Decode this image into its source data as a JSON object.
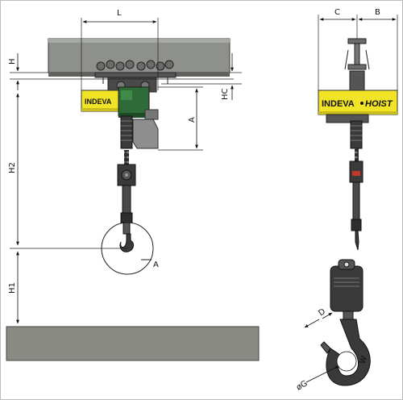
{
  "dimensions": {
    "L": "L",
    "H": "H",
    "HC": "HC",
    "A_side": "A",
    "H2": "H2",
    "H1": "H1",
    "A_detail": "A",
    "C": "C",
    "B": "B",
    "D": "D",
    "G": "øG",
    "W": "W"
  },
  "branding": {
    "small_logo": "INDEVA",
    "big_logo_left": "INDEVA",
    "big_logo_right": "HOIST"
  },
  "colors": {
    "beam": "#8e908c",
    "floor": "#8a8a84",
    "yellow": "#f1e326",
    "green": "#2f6b38",
    "dark": "#3a3a3a",
    "line": "#1a1a1a"
  }
}
